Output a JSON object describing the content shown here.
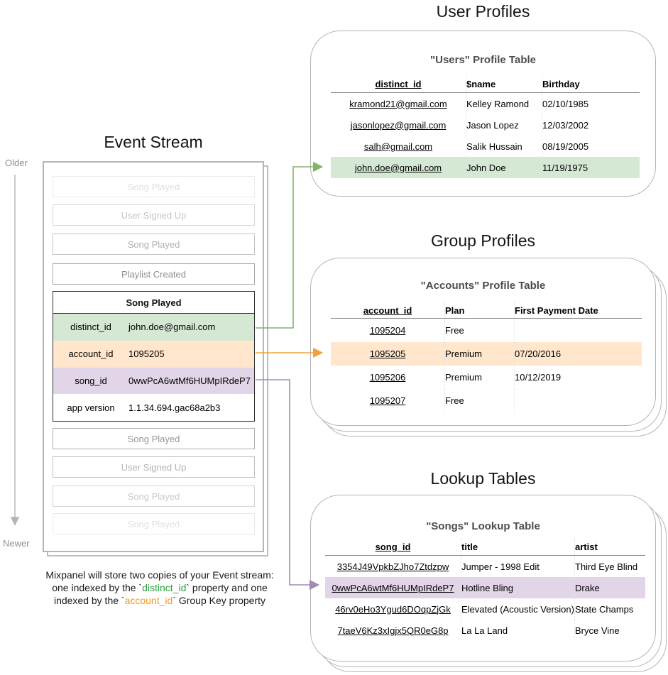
{
  "event_stream": {
    "title": "Event Stream",
    "older_label": "Older",
    "newer_label": "Newer",
    "events_before": [
      "Song Played",
      "User Signed Up",
      "Song Played",
      "Playlist Created"
    ],
    "focus_event": {
      "title": "Song Played",
      "properties": [
        {
          "key": "distinct_id",
          "value": "john.doe@gmail.com"
        },
        {
          "key": "account_id",
          "value": "1095205"
        },
        {
          "key": "song_id",
          "value": "0wwPcA6wtMf6HUMpIRdeP7"
        },
        {
          "key": "app version",
          "value": "1.1.34.694.gac68a2b3"
        }
      ]
    },
    "events_after": [
      "Song Played",
      "User Signed Up",
      "Song Played",
      "Song Played"
    ]
  },
  "user_profiles": {
    "section_title": "User Profiles",
    "table_title": "\"Users\" Profile Table",
    "columns": [
      "distinct_id",
      "$name",
      "Birthday"
    ],
    "rows": [
      [
        "kramond21@gmail.com",
        "Kelley Ramond",
        "02/10/1985"
      ],
      [
        "jasonlopez@gmail.com",
        "Jason Lopez",
        "12/03/2002"
      ],
      [
        "salh@gmail.com",
        "Salik Hussain",
        "08/19/2005"
      ],
      [
        "john.doe@gmail.com",
        "John Doe",
        "11/19/1975"
      ]
    ],
    "highlighted_row_index": 3
  },
  "group_profiles": {
    "section_title": "Group Profiles",
    "table_title": "\"Accounts\" Profile Table",
    "columns": [
      "account_id",
      "Plan",
      "First Payment Date"
    ],
    "rows": [
      [
        "1095204",
        "Free",
        ""
      ],
      [
        "1095205",
        "Premium",
        "07/20/2016"
      ],
      [
        "1095206",
        "Premium",
        "10/12/2019"
      ],
      [
        "1095207",
        "Free",
        ""
      ]
    ],
    "highlighted_row_index": 1
  },
  "lookup_tables": {
    "section_title": "Lookup Tables",
    "table_title": "\"Songs\" Lookup Table",
    "columns": [
      "song_id",
      "title",
      "artist"
    ],
    "rows": [
      [
        "3354J49VpkbZJho7Ztdzpw",
        "Jumper - 1998 Edit",
        "Third Eye Blind"
      ],
      [
        "0wwPcA6wtMf6HUMpIRdeP7",
        "Hotline Bling",
        "Drake"
      ],
      [
        "46rv0eHo3Ygud6DOqpZjGk",
        "Elevated (Acoustic Version)",
        "State Champs"
      ],
      [
        "7taeV6Kz3xIgjx5QR0eG8p",
        "La La Land",
        "Bryce Vine"
      ]
    ],
    "highlighted_row_index": 1
  },
  "note": {
    "line1": "Mixpanel will store two copies of your Event stream:",
    "line2_pre": "one indexed by the `",
    "line2_code": "distinct_id",
    "line2_post": "` property and one",
    "line3_pre": "indexed by the `",
    "line3_code": "account_id",
    "line3_post": "` Group Key property"
  },
  "colors": {
    "green_fill": "#d5e8d4",
    "orange_fill": "#ffe6cc",
    "purple_fill": "#e1d5e7",
    "green_arrow": "#82b366",
    "orange_arrow": "#f0a33c",
    "purple_arrow": "#a08bb8",
    "green_code_text": "#2f9e44",
    "orange_code_text": "#f59b20"
  }
}
